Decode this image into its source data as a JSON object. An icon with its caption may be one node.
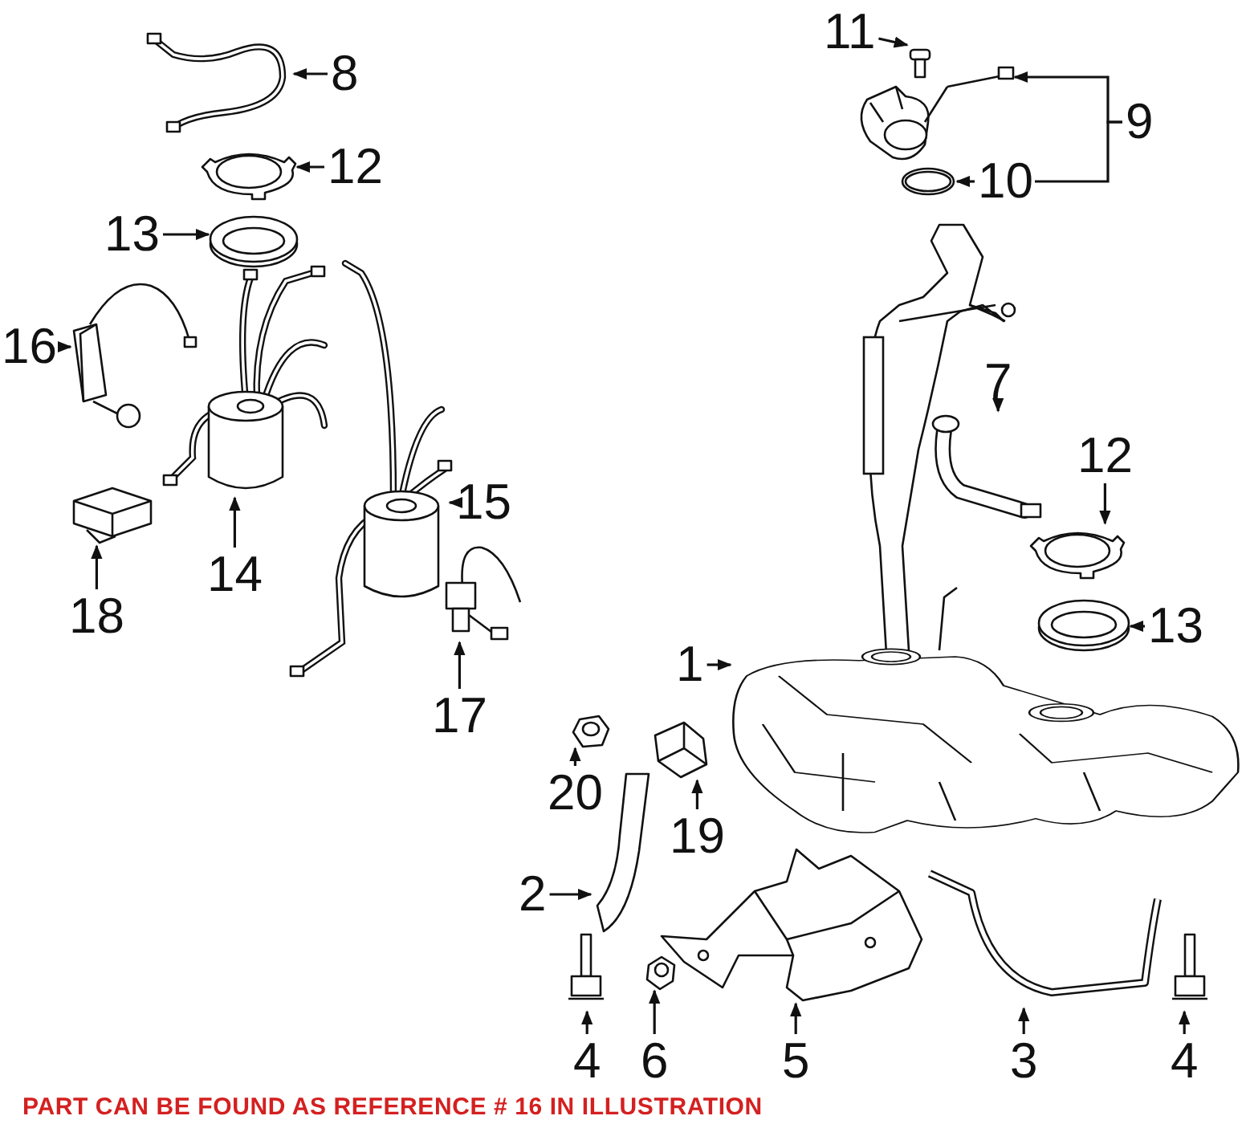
{
  "diagram": {
    "caption": "PART CAN BE FOUND AS REFERENCE # 16 IN ILLUSTRATION",
    "nodes": [
      {
        "text": [
          "8"
        ]
      },
      {
        "text": [],
        "shape": "picture"
      },
      {
        "text": [
          "11"
        ]
      },
      {
        "text": [],
        "shape": "picture"
      },
      {
        "text": [
          "9"
        ]
      },
      {
        "text": [],
        "shape": "picture"
      },
      {
        "text": [
          "12"
        ]
      },
      {
        "text": [],
        "shape": "picture"
      },
      {
        "text": [
          "10"
        ]
      },
      {
        "text": [],
        "shape": "picture"
      },
      {
        "text": [
          "13"
        ]
      },
      {
        "text": [],
        "shape": "picture"
      },
      {
        "text": [
          "16"
        ]
      },
      {
        "text": [],
        "shape": "picture"
      },
      {
        "text": [
          "15"
        ]
      },
      {
        "text": [],
        "shape": "picture"
      },
      {
        "text": [
          "14"
        ]
      },
      {
        "text": [],
        "shape": "picture"
      },
      {
        "text": [
          "18"
        ]
      },
      {
        "text": [],
        "shape": "picture"
      },
      {
        "text": [
          "7"
        ]
      },
      {
        "text": [],
        "shape": "picture"
      },
      {
        "text": [
          "12"
        ]
      },
      {
        "text": [],
        "shape": "picture"
      },
      {
        "text": [
          "13"
        ]
      },
      {
        "text": [],
        "shape": "picture"
      },
      {
        "text": [
          "17"
        ]
      },
      {
        "text": [],
        "shape": "picture"
      },
      {
        "text": [
          "1"
        ]
      },
      {
        "text": [],
        "shape": "picture"
      },
      {
        "text": [
          "20"
        ]
      },
      {
        "text": [],
        "shape": "picture"
      },
      {
        "text": [
          "19"
        ]
      },
      {
        "text": [],
        "shape": "picture"
      },
      {
        "text": [
          "2"
        ]
      },
      {
        "text": [],
        "shape": "picture"
      },
      {
        "text": [],
        "shape": "picture"
      },
      {
        "text": [],
        "shape": "picture"
      },
      {
        "text": [],
        "shape": "picture"
      },
      {
        "text": [],
        "shape": "picture"
      },
      {
        "text": [],
        "shape": "picture"
      },
      {
        "text": [
          "4"
        ]
      },
      {
        "text": [
          "6"
        ]
      },
      {
        "text": [
          "5"
        ]
      },
      {
        "text": [
          "3"
        ]
      },
      {
        "text": [
          "4"
        ]
      }
    ],
    "edges": [
      {
        "from": 0,
        "to": 1,
        "arrow": "to"
      },
      {
        "from": 2,
        "to": 3,
        "arrow": "to"
      },
      {
        "from": 4,
        "to": 5,
        "arrow": "to"
      },
      {
        "from": 4,
        "to": 8,
        "arrow": "none"
      },
      {
        "from": 6,
        "to": 7,
        "arrow": "to"
      },
      {
        "from": 8,
        "to": 9,
        "arrow": "to"
      },
      {
        "from": 10,
        "to": 11,
        "arrow": "to"
      },
      {
        "from": 12,
        "to": 13,
        "arrow": "to"
      },
      {
        "from": 14,
        "to": 15,
        "arrow": "to"
      },
      {
        "from": 16,
        "to": 17,
        "arrow": "to"
      },
      {
        "from": 18,
        "to": 19,
        "arrow": "to"
      },
      {
        "from": 20,
        "to": 21,
        "arrow": "to"
      },
      {
        "from": 22,
        "to": 23,
        "arrow": "to"
      },
      {
        "from": 24,
        "to": 25,
        "arrow": "to"
      },
      {
        "from": 26,
        "to": 27,
        "arrow": "to"
      },
      {
        "from": 28,
        "to": 29,
        "arrow": "to"
      },
      {
        "from": 30,
        "to": 31,
        "arrow": "to"
      },
      {
        "from": 32,
        "to": 33,
        "arrow": "to"
      },
      {
        "from": 34,
        "to": 35,
        "arrow": "to"
      },
      {
        "from": 41,
        "to": 36,
        "arrow": "to"
      },
      {
        "from": 42,
        "to": 37,
        "arrow": "to"
      },
      {
        "from": 43,
        "to": 38,
        "arrow": "to"
      },
      {
        "from": 44,
        "to": 39,
        "arrow": "to"
      },
      {
        "from": 45,
        "to": 40,
        "arrow": "to"
      }
    ]
  }
}
